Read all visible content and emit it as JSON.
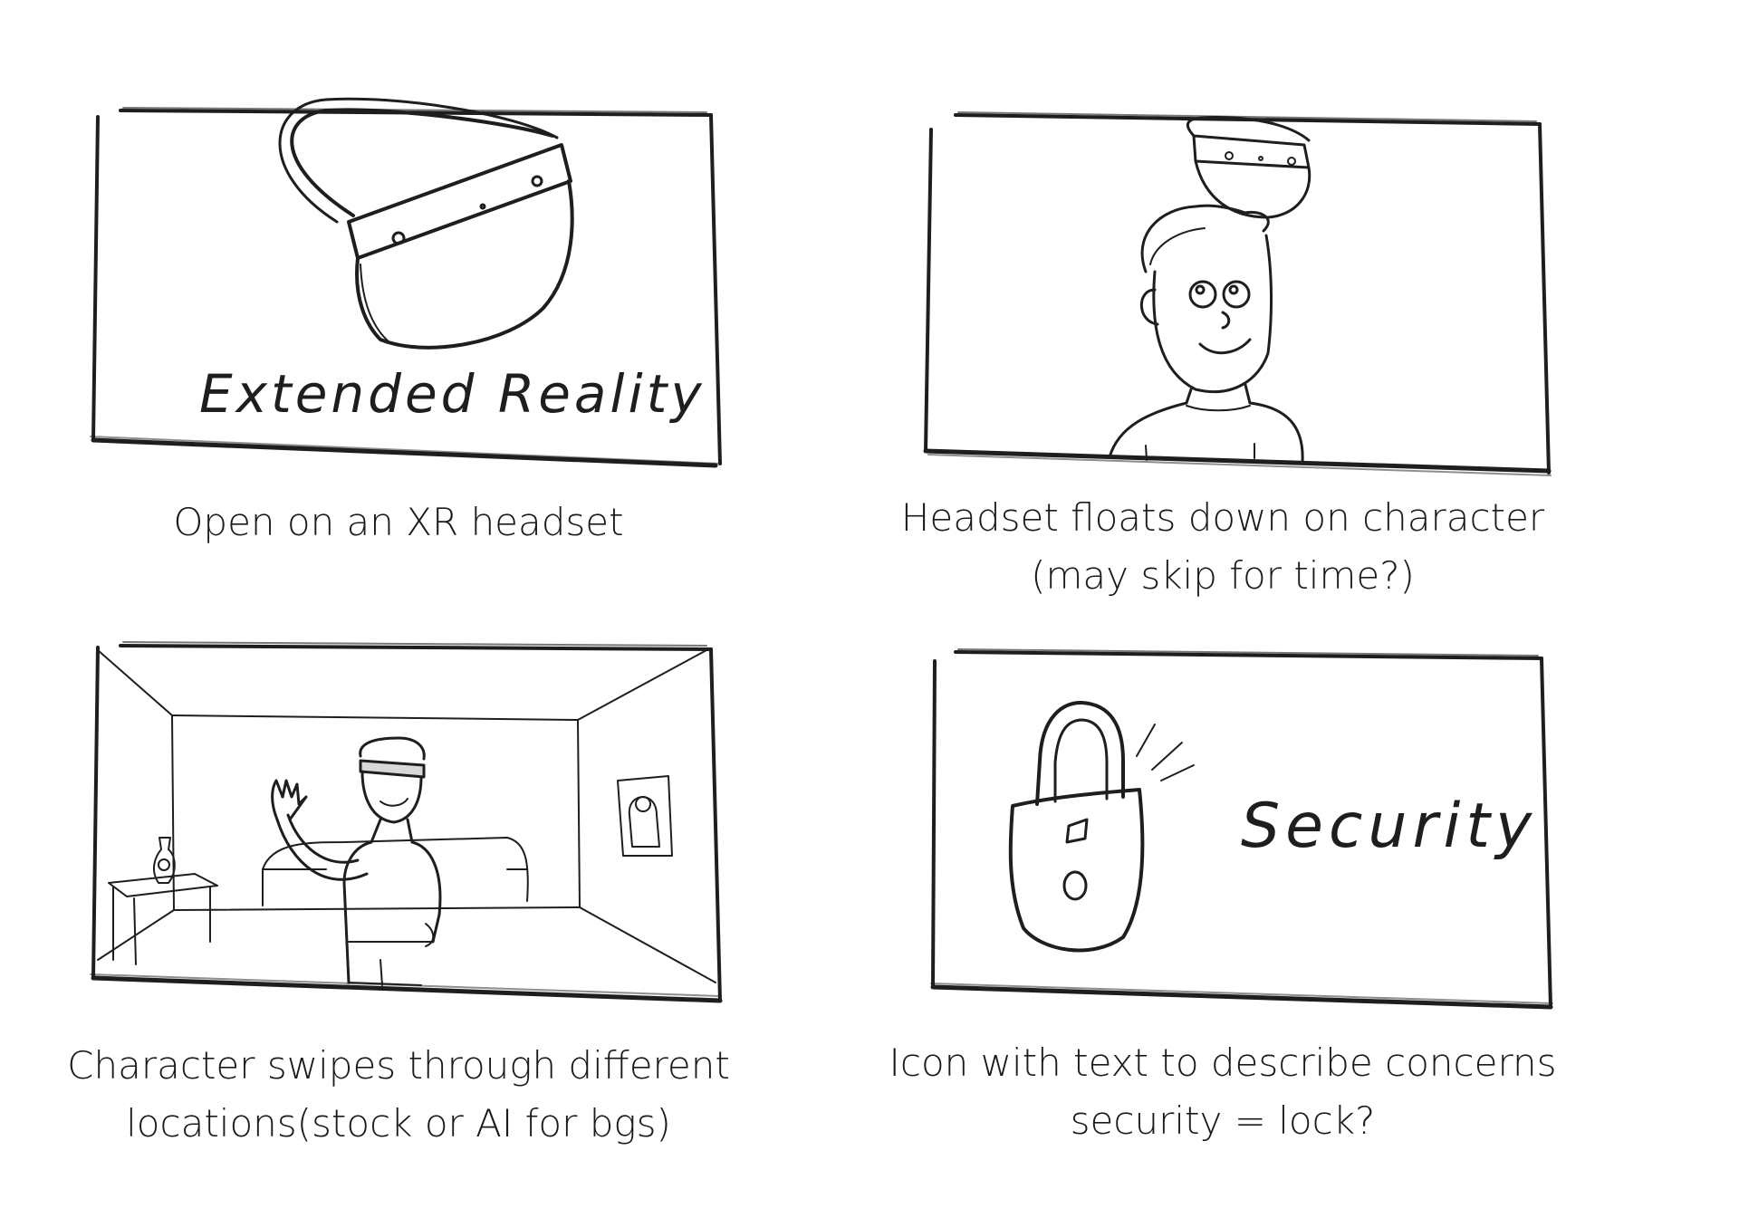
{
  "panels": [
    {
      "title_text": "Extended Reality",
      "caption": [
        "Open on an XR headset"
      ]
    },
    {
      "caption": [
        "Headset floats down on character",
        "(may skip for time?)"
      ]
    },
    {
      "caption": [
        "Character swipes through different",
        "locations(stock or AI for bgs)"
      ]
    },
    {
      "title_text": "Security",
      "caption": [
        "Icon with text to describe concerns",
        "security = lock?"
      ]
    }
  ]
}
